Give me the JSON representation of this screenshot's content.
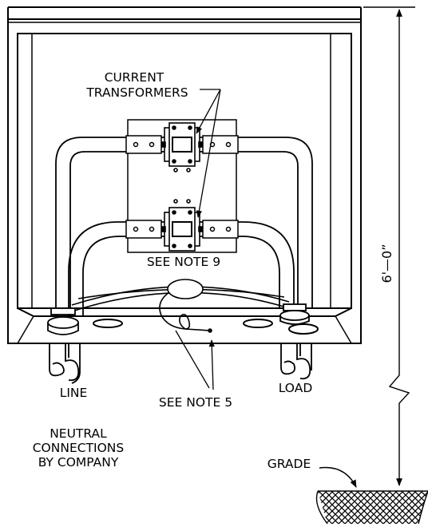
{
  "labels": {
    "current_transformers_line1": "CURRENT",
    "current_transformers_line2": "TRANSFORMERS",
    "see_note_9": "SEE NOTE 9",
    "line": "LINE",
    "load": "LOAD",
    "see_note_5": "SEE NOTE 5",
    "neutral_line1": "NEUTRAL",
    "neutral_line2": "CONNECTIONS",
    "neutral_line3": "BY COMPANY",
    "grade": "GRADE",
    "height_dimension": "6'—0”"
  }
}
